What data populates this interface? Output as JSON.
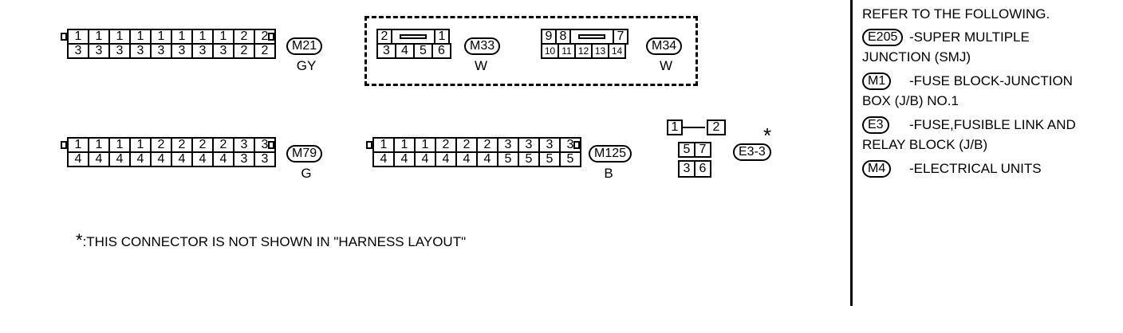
{
  "connectors": {
    "m21": {
      "label": "M21",
      "color": "GY",
      "top": [
        "1",
        "1",
        "1",
        "1",
        "1",
        "1",
        "1",
        "1",
        "2",
        "2"
      ],
      "bottom": [
        "3",
        "3",
        "3",
        "3",
        "3",
        "3",
        "3",
        "3",
        "2",
        "2"
      ]
    },
    "m33": {
      "label": "M33",
      "color": "W",
      "top_left": "2",
      "top_right": "1",
      "bottom": [
        "3",
        "4",
        "5",
        "6"
      ]
    },
    "m34": {
      "label": "M34",
      "color": "W",
      "top_left": [
        "9",
        "8"
      ],
      "top_right": "7",
      "bottom": [
        "10",
        "11",
        "12",
        "13",
        "14"
      ]
    },
    "m79": {
      "label": "M79",
      "color": "G",
      "top": [
        "1",
        "1",
        "1",
        "1",
        "2",
        "2",
        "2",
        "2",
        "3",
        "3"
      ],
      "bottom": [
        "4",
        "4",
        "4",
        "4",
        "4",
        "4",
        "4",
        "4",
        "3",
        "3"
      ]
    },
    "m125": {
      "label": "M125",
      "color": "B",
      "top": [
        "1",
        "1",
        "1",
        "2",
        "2",
        "2",
        "3",
        "3",
        "3",
        "3"
      ],
      "bottom": [
        "4",
        "4",
        "4",
        "4",
        "4",
        "4",
        "5",
        "5",
        "5",
        "5"
      ]
    },
    "e33": {
      "label": "E3-3",
      "star": "*",
      "pin1": "1",
      "pin2": "2",
      "pin5": "5",
      "pin7": "7",
      "pin3": "3",
      "pin6": "6"
    }
  },
  "footnote": {
    "star": "*",
    "text": ":THIS CONNECTOR IS NOT SHOWN IN \"HARNESS LAYOUT\""
  },
  "reference": {
    "title": "REFER TO THE FOLLOWING.",
    "items": [
      {
        "code": "E205",
        "desc1": "-SUPER MULTIPLE",
        "desc2": "JUNCTION (SMJ)"
      },
      {
        "code": "M1",
        "desc1": "-FUSE BLOCK-JUNCTION",
        "desc2": "BOX (J/B) NO.1"
      },
      {
        "code": "E3",
        "desc1": "-FUSE,FUSIBLE LINK AND",
        "desc2": "RELAY BLOCK (J/B)"
      },
      {
        "code": "M4",
        "desc1": "-ELECTRICAL UNITS",
        "desc2": ""
      }
    ]
  }
}
